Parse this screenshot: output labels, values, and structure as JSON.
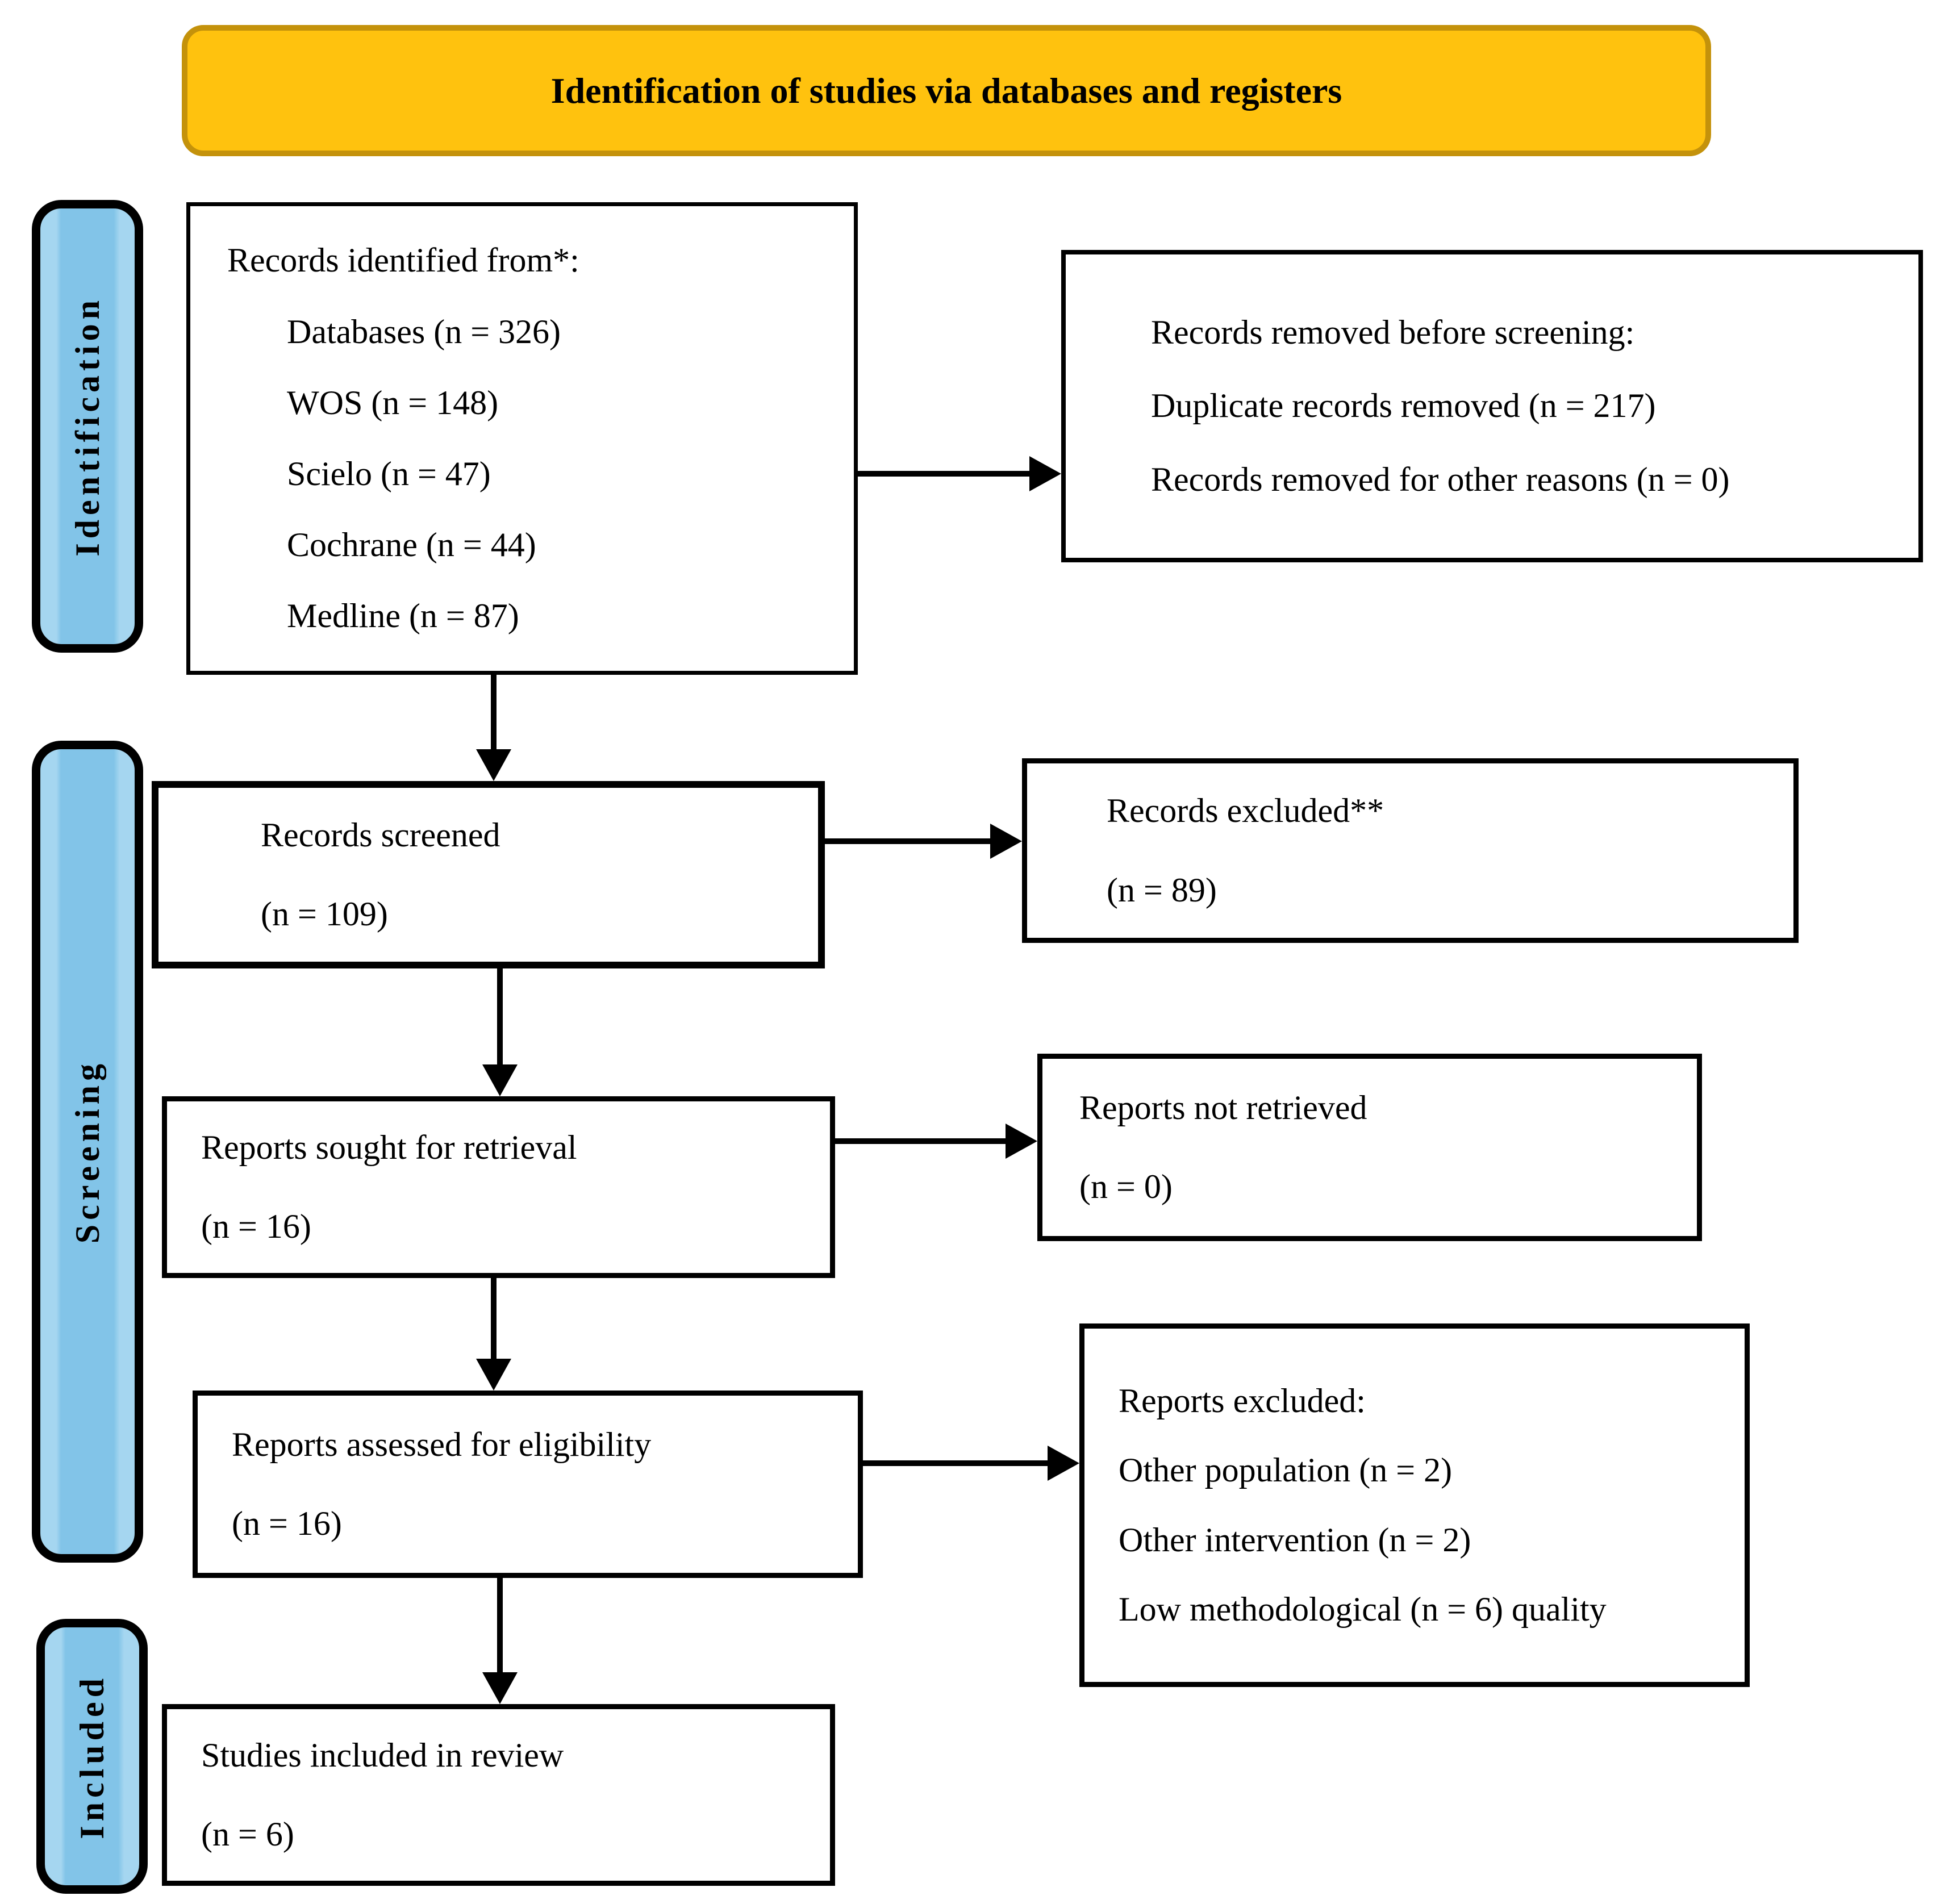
{
  "colors": {
    "title-fill": "#FFC20E",
    "title-border": "#C4920B",
    "sidebar-light": "#A5D6F0",
    "sidebar-main": "#82C4E8",
    "box-border": "#000000",
    "arrow": "#000000"
  },
  "header": {
    "title": "Identification of studies via databases and registers"
  },
  "sidebar": {
    "identification": "Identification",
    "screening": "Screening",
    "included": "Included"
  },
  "flow": {
    "records_identified": {
      "title": "Records identified from*:",
      "items": [
        "Databases (n = 326)",
        "WOS (n = 148)",
        "Scielo (n = 47)",
        "Cochrane (n = 44)",
        "Medline (n = 87)"
      ]
    },
    "records_removed": {
      "lines": [
        "Records removed before screening:",
        "Duplicate records removed (n = 217)",
        "Records removed for other reasons (n = 0)"
      ]
    },
    "records_screened": {
      "lines": [
        "Records screened",
        "(n = 109)"
      ]
    },
    "records_excluded": {
      "lines": [
        "Records excluded**",
        "(n = 89)"
      ]
    },
    "reports_sought": {
      "lines": [
        "Reports sought for retrieval",
        "(n = 16)"
      ]
    },
    "reports_not_retrieved": {
      "lines": [
        "Reports not retrieved",
        "(n = 0)"
      ]
    },
    "reports_assessed": {
      "lines": [
        "Reports assessed for eligibility",
        "(n = 16)"
      ]
    },
    "reports_excluded": {
      "lines": [
        "Reports excluded:",
        "Other population (n = 2)",
        "Other intervention (n = 2)",
        "Low methodological (n = 6) quality"
      ]
    },
    "studies_included": {
      "lines": [
        "Studies included in review",
        "(n = 6)"
      ]
    }
  }
}
